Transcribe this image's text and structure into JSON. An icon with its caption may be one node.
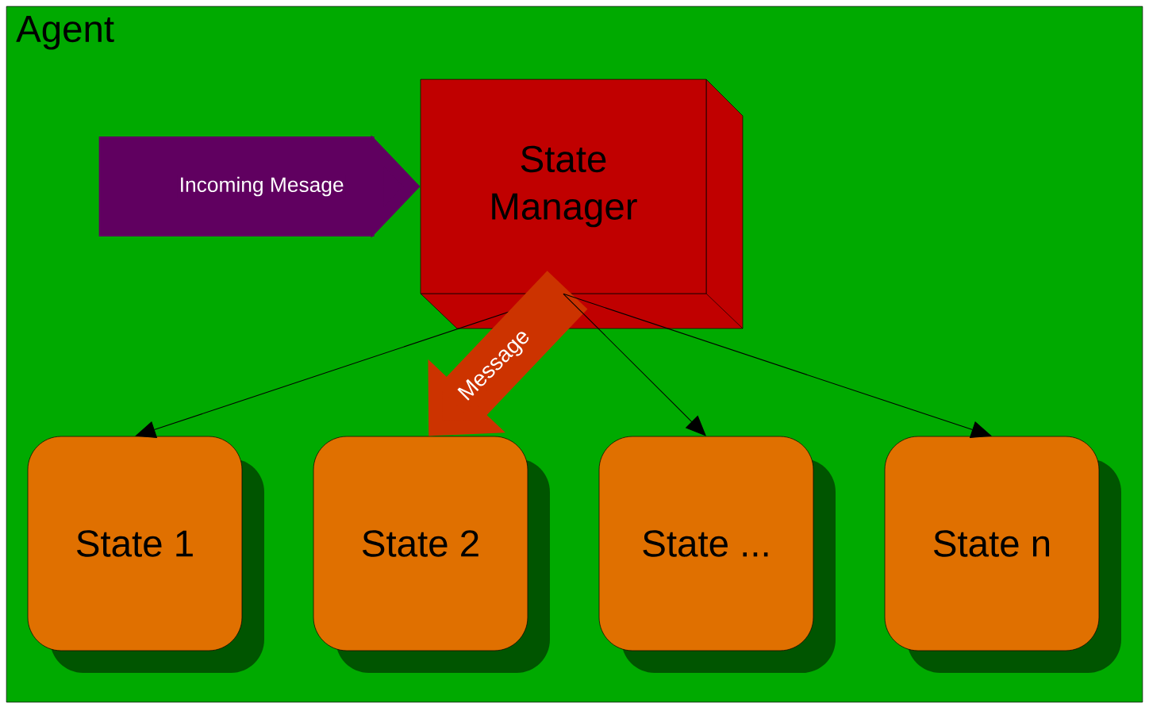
{
  "diagram": {
    "nodes": [
      {
        "text": [
          "Agent"
        ]
      },
      {
        "text": [
          "State Manager"
        ],
        "in": 0
      },
      {
        "text": [
          "State 1"
        ],
        "in": 0
      },
      {
        "text": [
          "State 2"
        ],
        "in": 0
      },
      {
        "text": [
          "State ..."
        ],
        "in": 0
      },
      {
        "text": [
          "State n"
        ],
        "in": 0
      }
    ],
    "edges": [
      {
        "from": null,
        "to": 1,
        "arrow": "to",
        "label": "Incoming Mesage",
        "style": "thick",
        "color": "#600060"
      },
      {
        "from": 1,
        "to": 2,
        "arrow": "to"
      },
      {
        "from": 1,
        "to": 3,
        "arrow": "to",
        "label": "Message",
        "style": "thick",
        "color": "#cc3300"
      },
      {
        "from": 1,
        "to": 4,
        "arrow": "to"
      },
      {
        "from": 1,
        "to": 5,
        "arrow": "to"
      }
    ]
  }
}
